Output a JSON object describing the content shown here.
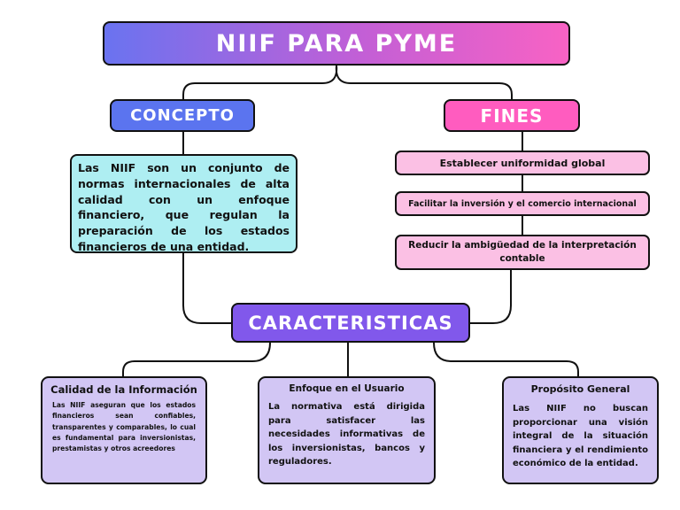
{
  "title": "NIIF PARA PYME",
  "concepto": {
    "label": "CONCEPTO",
    "text": "Las NIIF son un conjunto de normas internacionales de alta calidad con un enfoque financiero, que regulan la preparación de los estados financieros de una entidad."
  },
  "fines": {
    "label": "FINES",
    "items": [
      "Establecer uniformidad global",
      "Facilitar la inversión y el comercio internacional",
      "Reducir la ambigüedad de la interpretación contable"
    ]
  },
  "caracteristicas": {
    "label": "CARACTERISTICAS",
    "cards": [
      {
        "title": "Calidad de la Información",
        "text": "Las NIIF aseguran que los estados financieros sean confiables, transparentes y comparables, lo cual es fundamental para inversionistas, prestamistas y otros acreedores"
      },
      {
        "title": "Enfoque en el Usuario",
        "text": "La normativa está dirigida para satisfacer las necesidades informativas de los inversionistas, bancos y reguladores."
      },
      {
        "title": "Propósito General",
        "text": "Las NIIF no buscan proporcionar una visión integral de la situación financiera y el rendimiento económico de la entidad."
      }
    ]
  },
  "colors": {
    "title_gradient": [
      "#6a73f0",
      "#c25fd6",
      "#f862c4"
    ],
    "concepto": "#5b74ef",
    "fines": "#ff5cbf",
    "concepto_text_bg": "#aeeef2",
    "fines_item_bg": "#fbc0e4",
    "caracteristicas": "#8158eb",
    "card_bg": "#d2c6f4"
  }
}
